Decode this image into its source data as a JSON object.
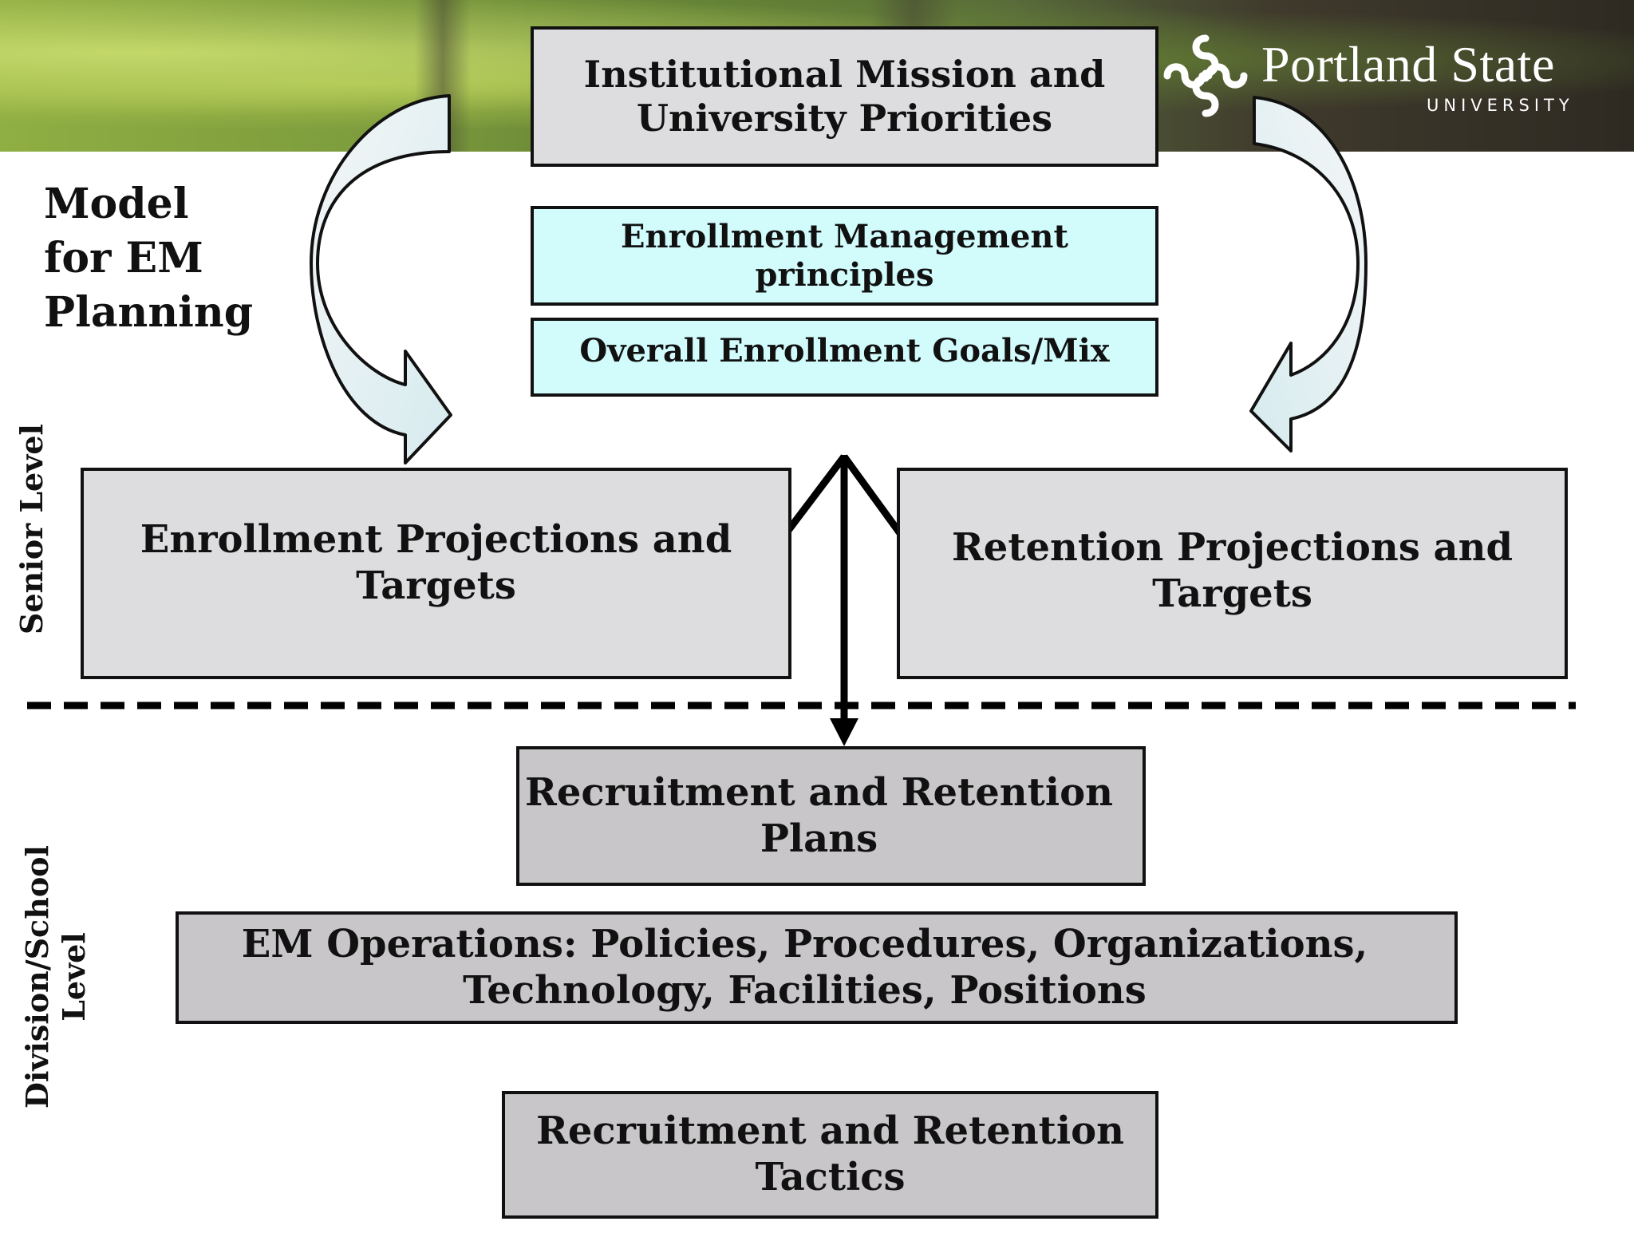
{
  "header": {
    "logo_name": "Portland State",
    "logo_sub": "UNIVERSITY"
  },
  "title": {
    "line1": "Model",
    "line2": "for EM",
    "line3": "Planning"
  },
  "levels": {
    "senior": "Senior Level",
    "division_line1": "Division/School",
    "division_line2": "Level"
  },
  "boxes": {
    "mission": [
      "Institutional Mission and",
      "University Priorities"
    ],
    "principles": "Enrollment Management principles",
    "goals": "Overall Enrollment Goals/Mix",
    "enrollment": [
      "Enrollment Projections and",
      "Targets"
    ],
    "retention": [
      "Retention Projections and",
      "Targets"
    ],
    "plans": [
      "Recruitment and Retention",
      "Plans"
    ],
    "operations": [
      "EM Operations: Policies, Procedures, Organizations,",
      "Technology, Facilities, Positions"
    ],
    "tactics": [
      "Recruitment and Retention",
      "Tactics"
    ]
  },
  "colors": {
    "light_box": "#dddcdf",
    "cyan_box": "#d2fbfc",
    "grey_box": "#c8c6c9",
    "outline": "#111111"
  }
}
